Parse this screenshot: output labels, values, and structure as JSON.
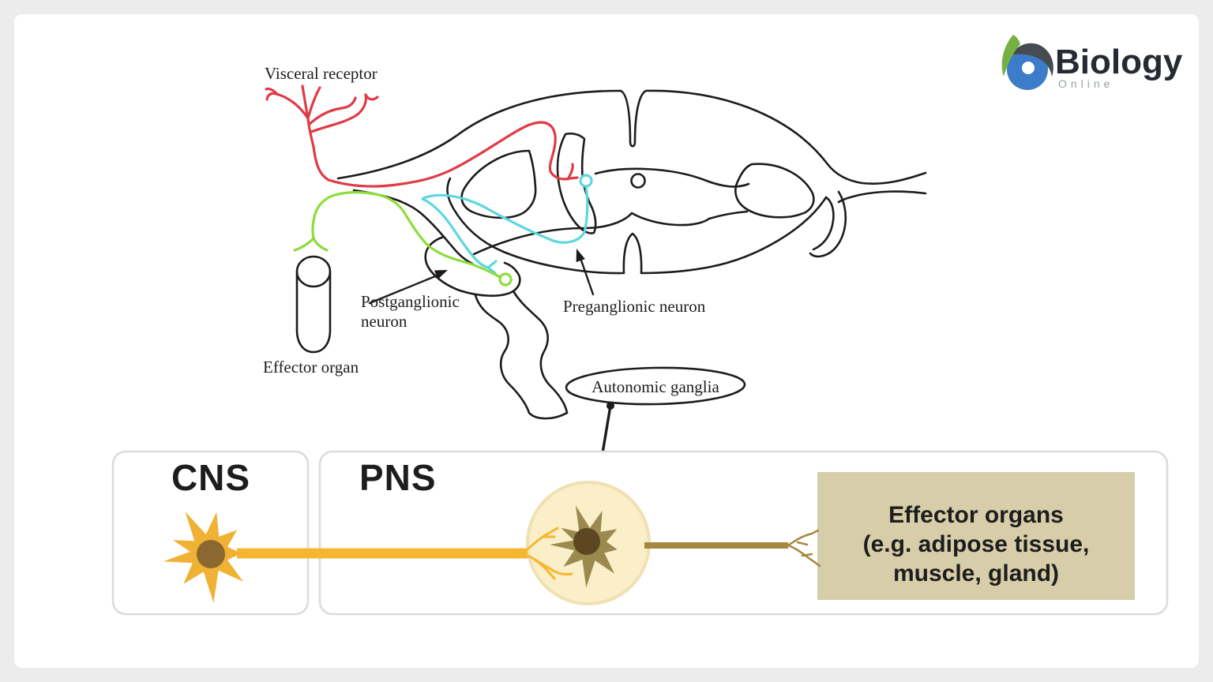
{
  "page": {
    "background": "#ececec",
    "card_background": "#ffffff"
  },
  "logo": {
    "brand": "Biology",
    "subtitle": "Online",
    "colors": {
      "brand_text": "#262b33",
      "subtitle_text": "#98a0a6",
      "leaf_green": "#76b043",
      "swoosh_dark": "#474c52",
      "ball_blue": "#3d7cc9",
      "dot_white": "#ffffff"
    }
  },
  "diagram": {
    "labels": {
      "visceral_receptor": "Visceral receptor",
      "postganglionic_1": "Postganglionic",
      "postganglionic_2": "neuron",
      "preganglionic": "Preganglionic neuron",
      "effector_organ": "Effector organ",
      "autonomic_ganglia": "Autonomic ganglia"
    },
    "colors": {
      "outline": "#1c1c1c",
      "text": "#1d1d1d",
      "afferent_red": "#e03b45",
      "postganglionic_green": "#8edc3c",
      "preganglionic_cyan": "#5ed7de"
    }
  },
  "bottom": {
    "cns": "CNS",
    "pns": "PNS",
    "effector_line1": "Effector organs",
    "effector_line2": "(e.g. adipose tissue,",
    "effector_line3": "muscle, gland)",
    "colors": {
      "box_border": "#dbdbdb",
      "box_fill": "#ffffff",
      "text": "#1d1d1d",
      "axon_yellow": "#f5b731",
      "neuron_body_yellow": "#f0b234",
      "neuron_nucleus_brown": "#8a682f",
      "ganglion_fill": "#faefc8",
      "ganglion_rim": "#f0e0b2",
      "pns_neuron_olive": "#9a8a4e",
      "pns_nucleus_dark": "#5c4722",
      "axon_brown": "#a5873f",
      "effector_box_fill": "#d7cda9"
    }
  }
}
